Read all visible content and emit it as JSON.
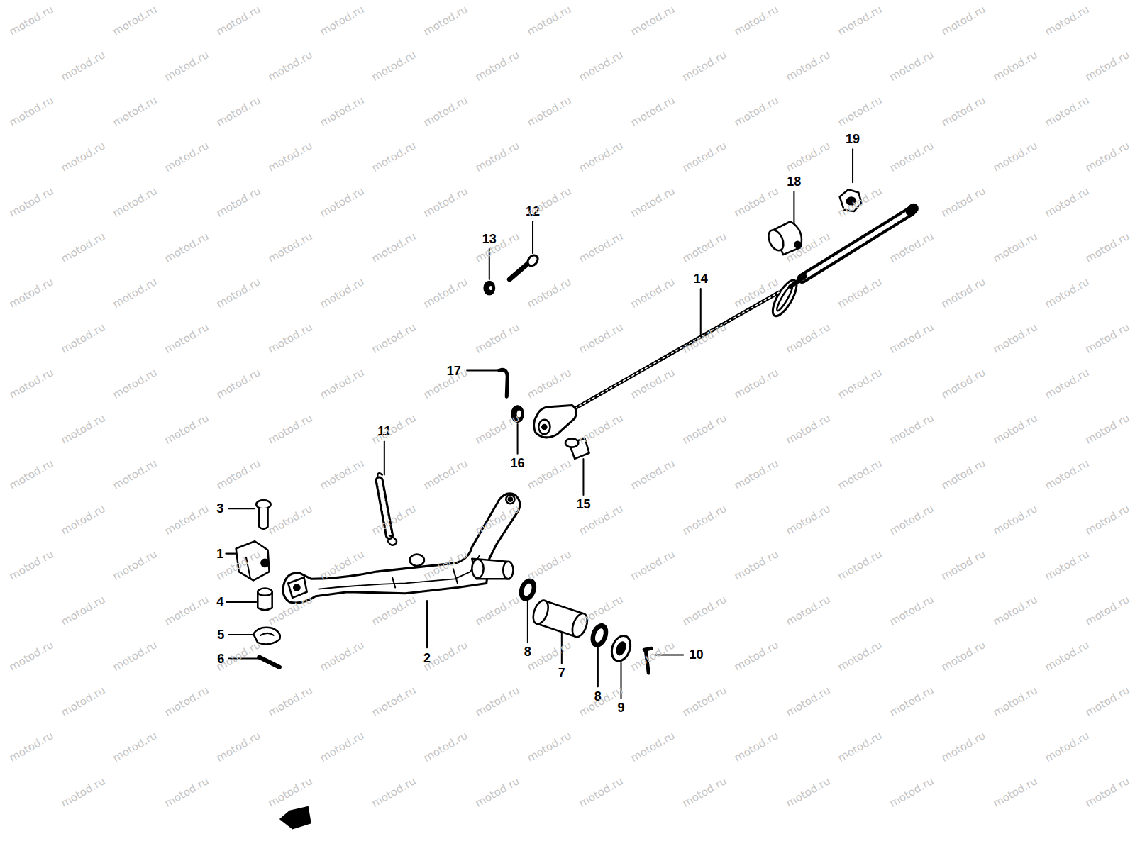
{
  "diagram": {
    "labels": [
      "19",
      "18",
      "12",
      "13",
      "14",
      "17",
      "11",
      "16",
      "15",
      "3",
      "1",
      "4",
      "5",
      "6",
      "2",
      "8",
      "7",
      "8",
      "9",
      "10",
      "motod.ru",
      "motod.ru",
      "motod.ru",
      "motod.ru",
      "motod.ru",
      "motod.ru",
      "motod.ru",
      "motod.ru",
      "motod.ru",
      "motod.ru",
      "motod.ru",
      "motod.ru",
      "motod.ru",
      "motod.ru",
      "motod.ru",
      "motod.ru",
      "motod.ru",
      "motod.ru",
      "motod.ru",
      "motod.ru",
      "motod.ru",
      "motod.ru",
      "motod.ru",
      "motod.ru",
      "motod.ru",
      "motod.ru",
      "motod.ru",
      "motod.ru",
      "motod.ru",
      "motod.ru",
      "motod.ru",
      "motod.ru",
      "motod.ru",
      "motod.ru",
      "motod.ru",
      "motod.ru",
      "motod.ru",
      "motod.ru",
      "motod.ru",
      "motod.ru",
      "motod.ru",
      "motod.ru",
      "motod.ru",
      "motod.ru",
      "motod.ru",
      "motod.ru",
      "motod.ru",
      "motod.ru",
      "motod.ru",
      "motod.ru",
      "motod.ru",
      "motod.ru",
      "motod.ru",
      "motod.ru",
      "motod.ru",
      "motod.ru",
      "motod.ru",
      "motod.ru",
      "motod.ru",
      "motod.ru",
      "motod.ru",
      "motod.ru",
      "motod.ru",
      "motod.ru",
      "motod.ru",
      "motod.ru",
      "motod.ru",
      "motod.ru",
      "motod.ru",
      "motod.ru",
      "motod.ru",
      "motod.ru",
      "motod.ru",
      "motod.ru",
      "motod.ru",
      "motod.ru",
      "motod.ru",
      "motod.ru",
      "motod.ru",
      "motod.ru",
      "motod.ru",
      "motod.ru",
      "motod.ru",
      "motod.ru",
      "motod.ru",
      "motod.ru",
      "motod.ru",
      "motod.ru",
      "motod.ru",
      "motod.ru",
      "motod.ru",
      "motod.ru",
      "motod.ru",
      "motod.ru",
      "motod.ru",
      "motod.ru",
      "motod.ru",
      "motod.ru",
      "motod.ru",
      "motod.ru",
      "motod.ru",
      "motod.ru",
      "motod.ru",
      "motod.ru",
      "motod.ru",
      "motod.ru",
      "motod.ru",
      "motod.ru",
      "motod.ru",
      "motod.ru",
      "motod.ru",
      "motod.ru",
      "motod.ru",
      "motod.ru",
      "motod.ru",
      "motod.ru",
      "motod.ru",
      "motod.ru",
      "motod.ru",
      "motod.ru",
      "motod.ru",
      "motod.ru",
      "motod.ru",
      "motod.ru",
      "motod.ru",
      "motod.ru",
      "motod.ru",
      "motod.ru",
      "motod.ru",
      "motod.ru",
      "motod.ru",
      "motod.ru",
      "motod.ru",
      "motod.ru",
      "motod.ru",
      "motod.ru",
      "motod.ru",
      "motod.ru",
      "motod.ru",
      "motod.ru",
      "motod.ru",
      "motod.ru",
      "motod.ru",
      "motod.ru",
      "motod.ru",
      "motod.ru",
      "motod.ru",
      "motod.ru",
      "motod.ru",
      "motod.ru",
      "motod.ru",
      "motod.ru",
      "motod.ru",
      "motod.ru",
      "motod.ru",
      "motod.ru",
      "motod.ru",
      "motod.ru",
      "motod.ru",
      "motod.ru",
      "motod.ru",
      "motod.ru",
      "motod.ru",
      "motod.ru",
      "motod.ru",
      "motod.ru",
      "motod.ru",
      "motod.ru",
      "motod.ru",
      "motod.ru",
      "motod.ru",
      "motod.ru",
      "motod.ru",
      "motod.ru",
      "motod.ru",
      "motod.ru",
      "motod.ru",
      "motod.ru",
      "motod.ru",
      "motod.ru",
      "motod.ru",
      "motod.ru",
      "motod.ru",
      "motod.ru",
      "motod.ru",
      "motod.ru",
      "motod.ru",
      "motod.ru",
      "motod.ru",
      "motod.ru",
      "motod.ru",
      "motod.ru",
      "motod.ru",
      "motod.ru",
      "motod.ru",
      "motod.ru",
      "motod.ru",
      "motod.ru"
    ]
  }
}
